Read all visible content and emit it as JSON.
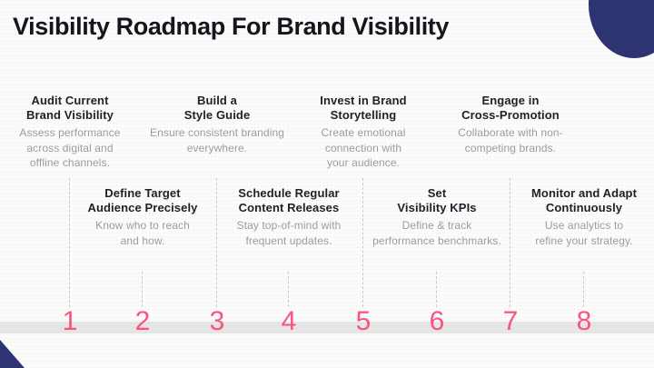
{
  "title": "Visibility Roadmap For Brand Visibility",
  "colors": {
    "navy_accent": "#2e3371",
    "number_pink": "#f9557c",
    "timeline_band_gray": "#e5e5e5",
    "heading_dark": "#15151d",
    "step_title_dark": "#1f1f27",
    "description_gray": "#9c9c9c",
    "dashed_line_gray": "#c9c9c9"
  },
  "steps": [
    {
      "number": "1",
      "title_line1": "Audit Current",
      "title_line2": "Brand Visibility",
      "description": "Assess performance across digital and offline channels."
    },
    {
      "number": "2",
      "title_line1": "Define Target",
      "title_line2": "Audience Precisely",
      "description": "Know who to reach and how."
    },
    {
      "number": "3",
      "title_line1": "Build a",
      "title_line2": "Style Guide",
      "description": "Ensure consistent branding everywhere."
    },
    {
      "number": "4",
      "title_line1": "Schedule Regular",
      "title_line2": "Content Releases",
      "description": "Stay top-of-mind with frequent updates."
    },
    {
      "number": "5",
      "title_line1": "Invest in Brand",
      "title_line2": "Storytelling",
      "description": "Create emotional connection with your audience."
    },
    {
      "number": "6",
      "title_line1": "Set",
      "title_line2": "Visibility KPIs",
      "description": "Define & track performance benchmarks."
    },
    {
      "number": "7",
      "title_line1": "Engage in",
      "title_line2": "Cross-Promotion",
      "description": "Collaborate with non-competing brands."
    },
    {
      "number": "8",
      "title_line1": "Monitor and Adapt",
      "title_line2": "Continuously",
      "description": "Use analytics to refine your strategy."
    }
  ]
}
